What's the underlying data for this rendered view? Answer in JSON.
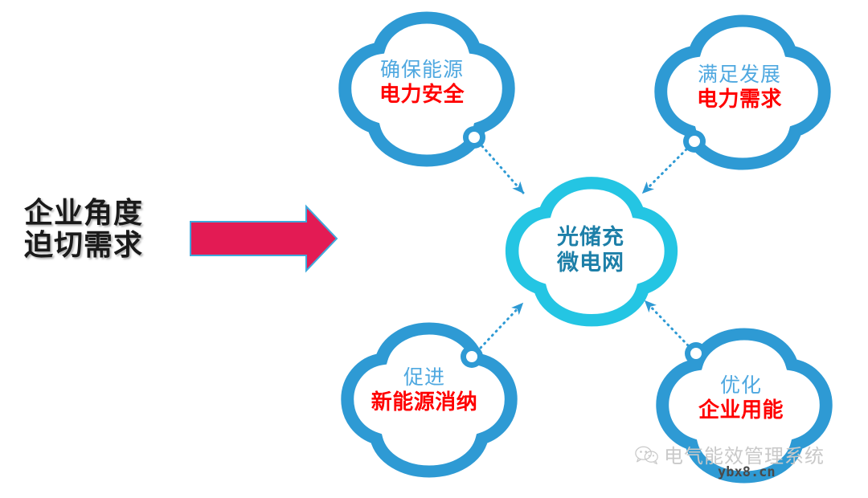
{
  "page": {
    "title": "光储充微电网 企业角度迫切需求",
    "background_color": "#ffffff"
  },
  "colors": {
    "outer_cloud_stroke": "#2E9AD4",
    "center_cloud_stroke": "#24C5E3",
    "node_line1_text": "#4FA8E0",
    "node_line2_text": "#FF0000",
    "center_text": "#1D7FA8",
    "arrow_fill": "#E31B54",
    "arrow_outline": "#2E9AD4",
    "caption_text": "#1a1a1a",
    "connector_dots": "#2E9AD4",
    "watermark_text": "#c9c9c9",
    "watermark_url": "#4a4a4a"
  },
  "caption": {
    "line1": "企业角度",
    "line2": "迫切需求"
  },
  "arrow": {
    "name": "rightward-arrow",
    "direction": "right"
  },
  "center_node": {
    "id": "center",
    "line1": "光储充",
    "line2": "微电网",
    "shape": "cloud"
  },
  "nodes": [
    {
      "id": "top-left",
      "position": "top-left",
      "line1": "确保能源",
      "line2": "电力安全",
      "shape": "cloud",
      "connector": "ring"
    },
    {
      "id": "top-right",
      "position": "top-right",
      "line1": "满足发展",
      "line2": "电力需求",
      "shape": "cloud",
      "connector": "ring"
    },
    {
      "id": "bottom-left",
      "position": "bottom-left",
      "line1": "促进",
      "line2": "新能源消纳",
      "shape": "cloud",
      "connector": "ring"
    },
    {
      "id": "bottom-right",
      "position": "bottom-right",
      "line1": "优化",
      "line2": "企业用能",
      "shape": "cloud",
      "connector": "ring"
    }
  ],
  "connectors": [
    {
      "from": "top-left",
      "to": "center",
      "style": "dotted-arrow"
    },
    {
      "from": "top-right",
      "to": "center",
      "style": "dotted-arrow"
    },
    {
      "from": "bottom-left",
      "to": "center",
      "style": "dotted-arrow"
    },
    {
      "from": "bottom-right",
      "to": "center",
      "style": "dotted-arrow"
    }
  ],
  "watermark": {
    "icon": "wechat-icon",
    "account_name": "电气能效管理系统",
    "url": "ybx8.cn"
  }
}
